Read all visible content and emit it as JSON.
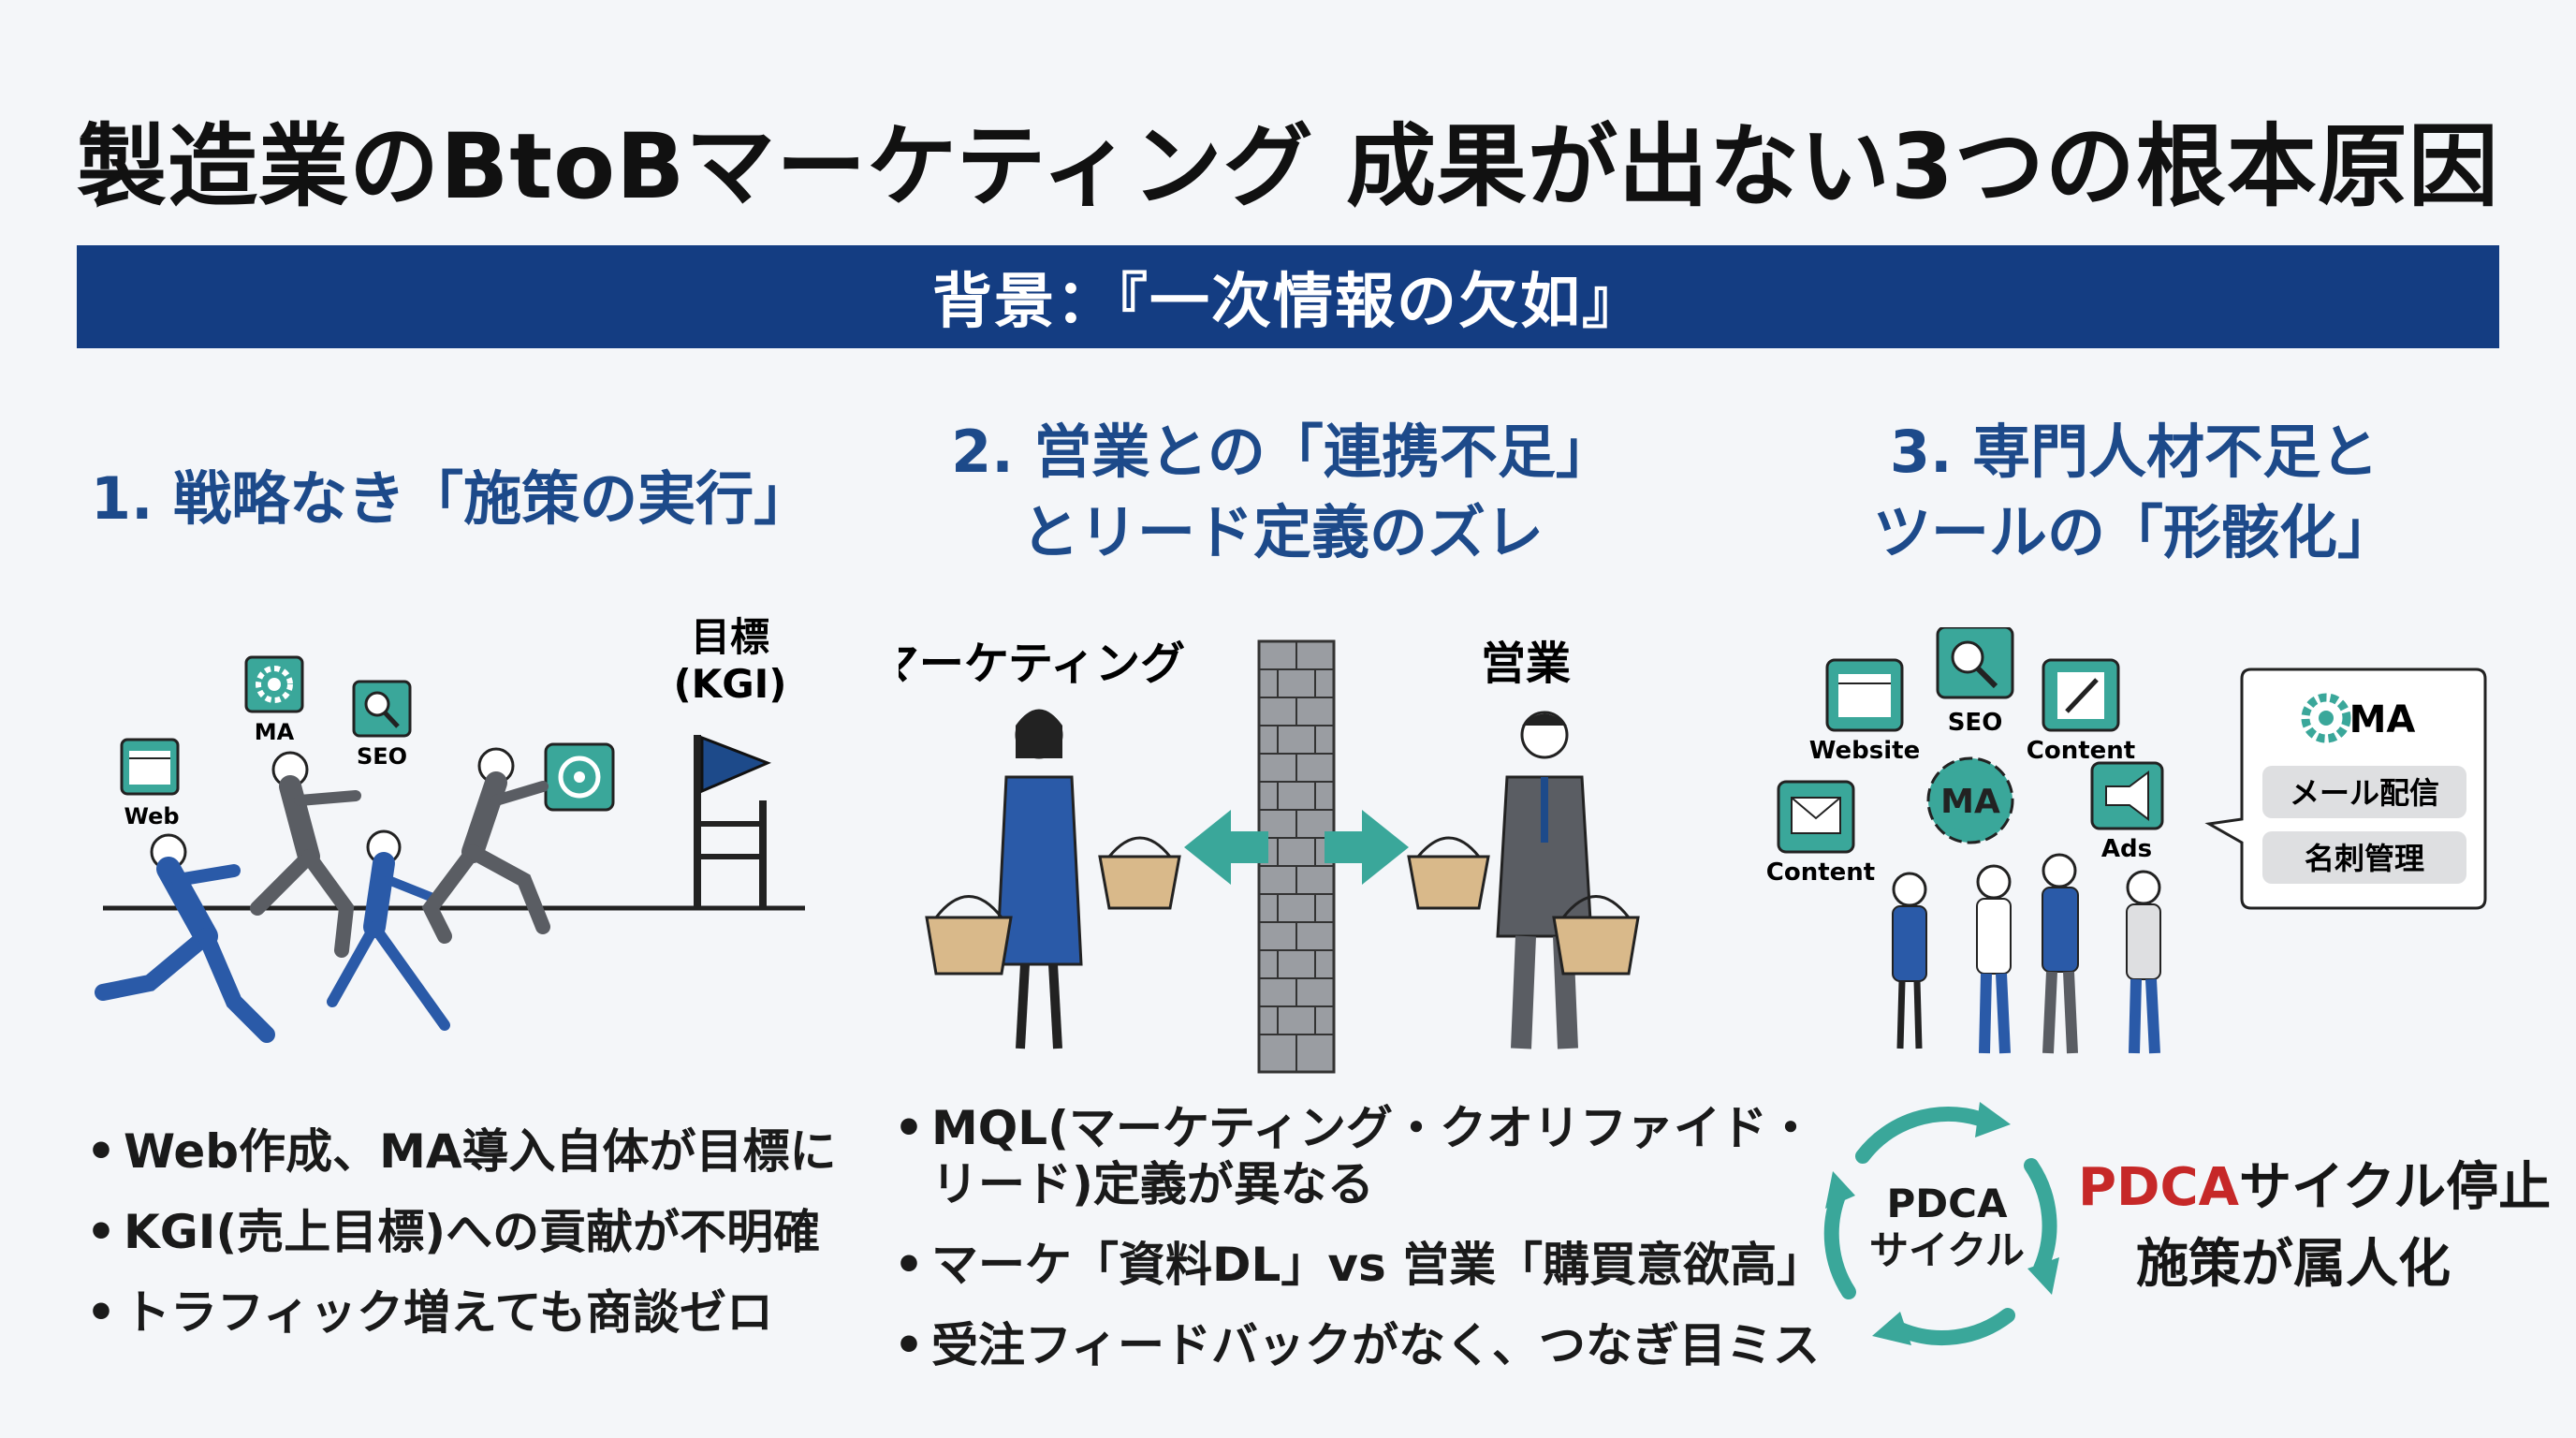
{
  "title": "製造業のBtoBマーケティング 成果が出ない3つの根本原因",
  "banner": "背景：『一次情報の欠如』",
  "colors": {
    "navy": "#143d82",
    "title_blue": "#1d4a8a",
    "teal": "#3aa79a",
    "red_accent": "#c62828",
    "suit_blue": "#2a5aa8",
    "suit_gray": "#5a5d63"
  },
  "columns": [
    {
      "heading_lines": [
        "1. 戦略なき「施策の実行」"
      ],
      "illustration": {
        "goal_label": [
          "目標",
          "(KGI)"
        ],
        "icons": [
          {
            "name": "browser-icon",
            "label": "Web"
          },
          {
            "name": "gear-icon",
            "label": "MA"
          },
          {
            "name": "magnifier-icon",
            "label": "SEO"
          },
          {
            "name": "target-icon",
            "label": ""
          }
        ]
      },
      "bullets": [
        "Web作成、MA導入自体が目標に",
        "KGI(売上目標)への貢献が不明確",
        "トラフィック増えても商談ゼロ"
      ]
    },
    {
      "heading_lines": [
        "2. 営業との「連携不足」",
        "とリード定義のズレ"
      ],
      "illustration": {
        "left_label": "マーケティング",
        "right_label": "営業"
      },
      "bullets": [
        "MQL(マーケティング・クオリファイド・",
        "リード)定義が異なる",
        "マーケ「資料DL」vs 営業「購買意欲高」",
        "受注フィードバックがなく、つなぎ目ミス"
      ]
    },
    {
      "heading_lines": [
        "3. 専門人材不足と",
        "ツールの「形骸化」"
      ],
      "illustration": {
        "icons": [
          {
            "name": "browser-icon",
            "label": "Website"
          },
          {
            "name": "magnifier-icon",
            "label": "SEO"
          },
          {
            "name": "pencil-icon",
            "label": "Content"
          },
          {
            "name": "envelope-icon",
            "label": "Content"
          },
          {
            "name": "megaphone-icon",
            "label": "Ads"
          }
        ],
        "center_gear_label": "MA",
        "speech": {
          "title": "MA",
          "items": [
            "メール配信",
            "名刺管理"
          ]
        },
        "cycle_label": [
          "PDCA",
          "サイクル"
        ]
      },
      "status": {
        "line1_accent": "PDCA",
        "line1_rest": "サイクル停止",
        "line2": "施策が属人化"
      }
    }
  ]
}
